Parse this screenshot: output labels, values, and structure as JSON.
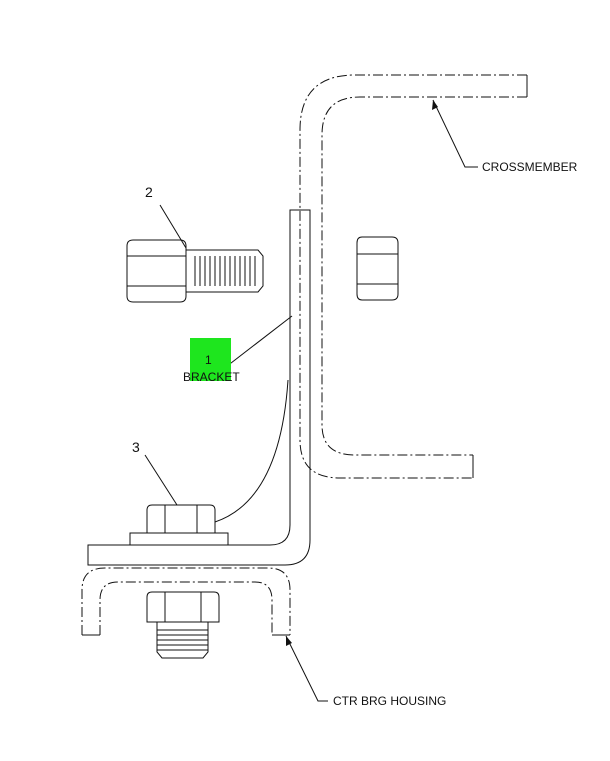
{
  "callouts": {
    "item1_number": "1",
    "item1_name": "BRACKET",
    "item2_number": "2",
    "item3_number": "3",
    "crossmember": "CROSSMEMBER",
    "housing": "CTR BRG HOUSING"
  },
  "colors": {
    "highlight": "#1ee61e"
  }
}
